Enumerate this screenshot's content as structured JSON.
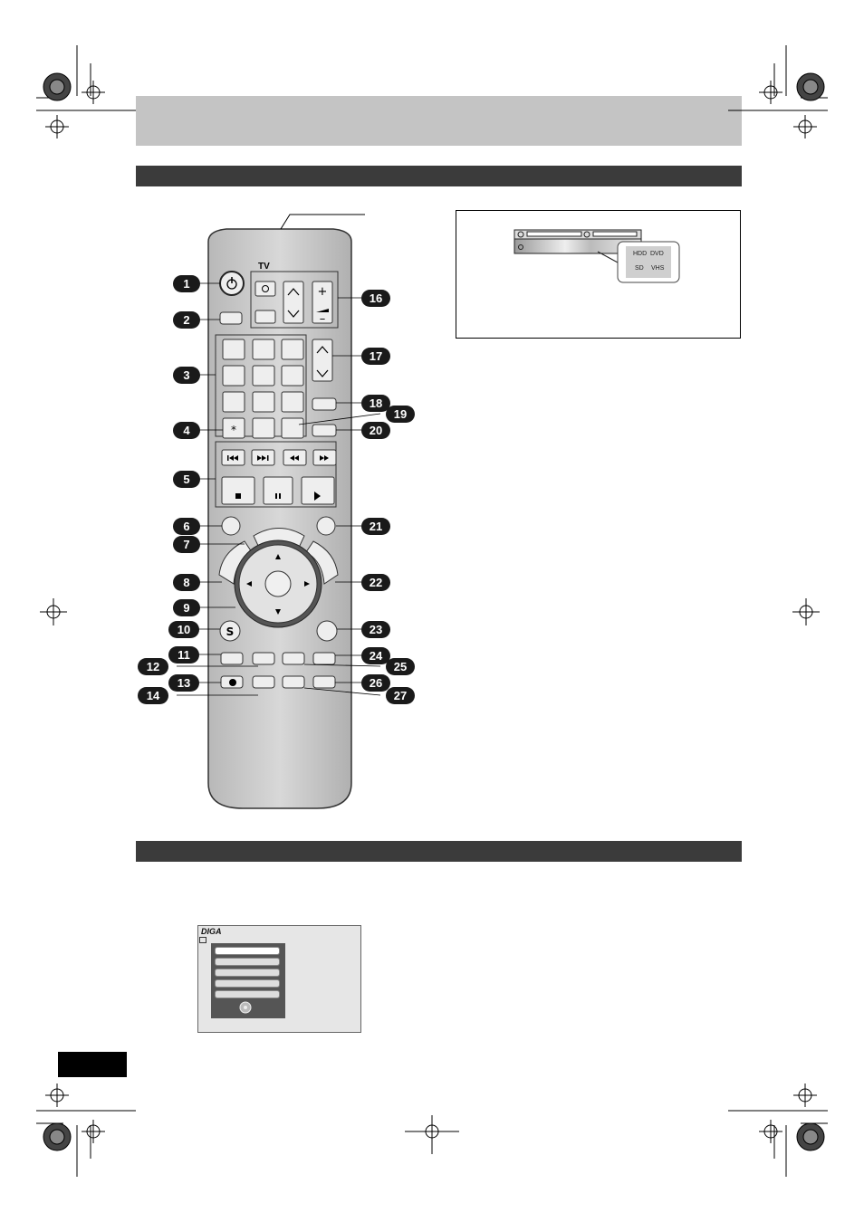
{
  "remote": {
    "tv_label": "TV",
    "callouts": [
      "1",
      "2",
      "3",
      "4",
      "5",
      "6",
      "7",
      "8",
      "9",
      "10",
      "11",
      "12",
      "13",
      "14",
      "16",
      "17",
      "18",
      "19",
      "20",
      "21",
      "22",
      "23",
      "24",
      "25",
      "26",
      "27"
    ],
    "icons": [
      "power-icon",
      "volume-plus-icon",
      "volume-minus-icon",
      "channel-up-icon",
      "channel-down-icon",
      "skip-prev-icon",
      "skip-next-icon",
      "rewind-icon",
      "fast-forward-icon",
      "stop-icon",
      "pause-icon",
      "play-icon",
      "record-icon",
      "arrow-up-icon",
      "arrow-down-icon",
      "arrow-left-icon",
      "arrow-right-icon"
    ],
    "star_key": "*",
    "shortcut_key": "S",
    "volume_plus": "+",
    "volume_minus": "–"
  },
  "drive_indicator": {
    "hdd": "HDD",
    "dvd": "DVD",
    "sd": "SD",
    "vhs": "VHS"
  },
  "osd": {
    "logo": "DIGA"
  }
}
